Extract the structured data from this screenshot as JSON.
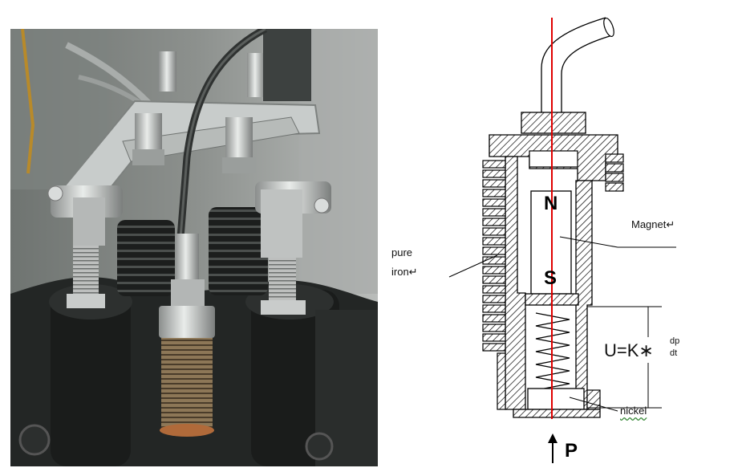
{
  "labels": {
    "magnet": "Magnet↵",
    "pure": "pure",
    "iron": "iron↵",
    "north": "N",
    "south": "S",
    "equation": "U=K∗",
    "frac_num": "dp",
    "frac_den": "dt",
    "nickel": "nickel",
    "pressure": "P"
  },
  "colors": {
    "hatch": "#000000",
    "axis_line": "#e00000",
    "photo_bg": "#4a4e4c"
  }
}
